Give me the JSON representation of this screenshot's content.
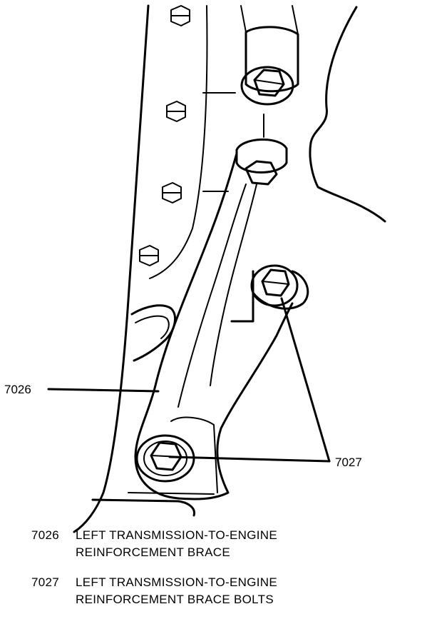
{
  "callouts": [
    {
      "id": "7026",
      "label": "7026"
    },
    {
      "id": "7027",
      "label": "7027"
    }
  ],
  "legend": [
    {
      "number": "7026",
      "line1": "LEFT TRANSMISSION-TO-ENGINE",
      "line2": "REINFORCEMENT BRACE"
    },
    {
      "number": "7027",
      "line1": "LEFT TRANSMISSION-TO-ENGINE",
      "line2": "REINFORCEMENT BRACE BOLTS"
    }
  ]
}
